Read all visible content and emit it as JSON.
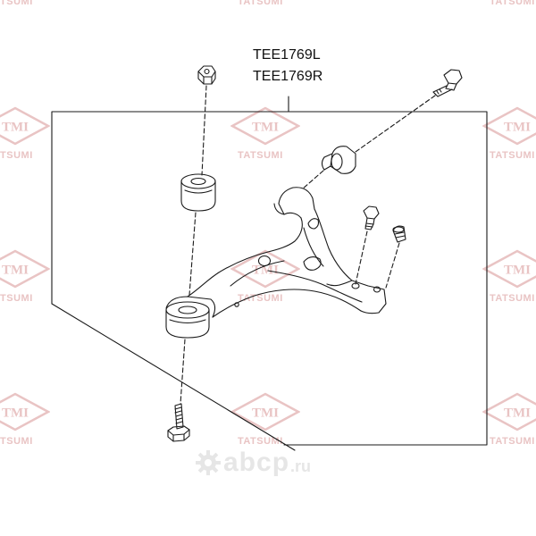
{
  "part_numbers": [
    "TEE1769L",
    "TEE1769R"
  ],
  "watermark": {
    "logo_text": "TMI",
    "brand_text": "TATSUMI",
    "color": "#e9c4c4"
  },
  "footer_watermark": {
    "word": "abcp",
    "suffix": ".ru",
    "color": "#e6e6e6"
  },
  "colors": {
    "line": "#1a1a1a",
    "background": "#ffffff"
  }
}
